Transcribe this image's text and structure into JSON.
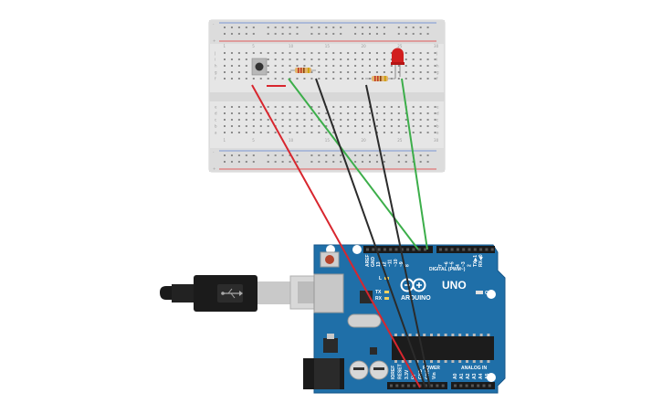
{
  "board": {
    "model": "UNO",
    "brand": "ARDUINO",
    "digital_label": "DIGITAL (PWM~)",
    "analog_label": "ANALOG IN",
    "power_label": "POWER",
    "on_label": "ON",
    "tx_label": "TX",
    "rx_label": "RX",
    "l_label": "L",
    "aref_label": "AREF",
    "gnd_label": "GND",
    "tx_pin_label": "TX▶1",
    "rx_pin_label": "RX◀0",
    "digital_pins": [
      "13",
      "12",
      "~11",
      "~10",
      "~9",
      "8",
      "7",
      "~6",
      "~5",
      "4",
      "~3",
      "2"
    ],
    "analog_pins": [
      "A0",
      "A1",
      "A2",
      "A3",
      "A4",
      "A5"
    ],
    "power_pins": [
      "IOREF",
      "RESET",
      "3.3V",
      "5V",
      "GND",
      "GND",
      "Vin"
    ]
  },
  "breadboard": {
    "row_letters_top": [
      "j",
      "i",
      "h",
      "g",
      "f"
    ],
    "row_letters_bottom": [
      "e",
      "d",
      "c",
      "b",
      "a"
    ],
    "column_numbers": [
      "1",
      "5",
      "10",
      "15",
      "20",
      "25",
      "30"
    ],
    "rail_plus": "+",
    "rail_minus": "-"
  },
  "colors": {
    "board_blue": "#1f6fa8",
    "wire_red": "#d8262e",
    "wire_green": "#3cae4a",
    "wire_black": "#2b2b2b",
    "breadboard": "#e9e9e9",
    "led_red": "#e02020"
  }
}
